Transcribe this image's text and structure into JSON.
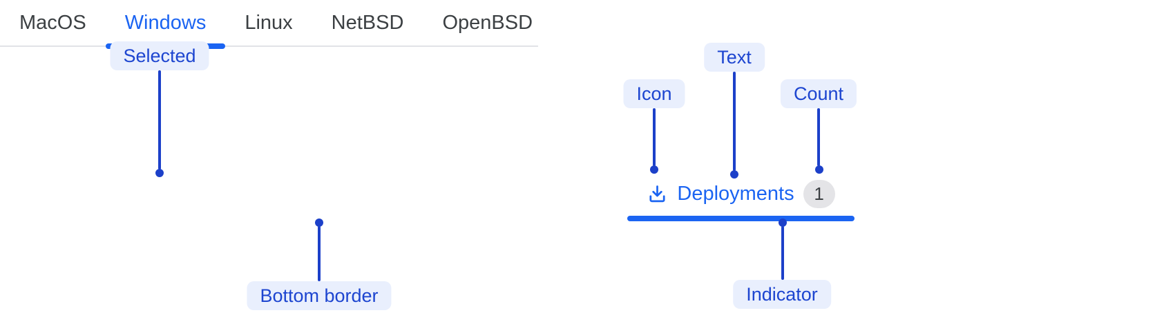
{
  "colors": {
    "accent_blue": "#1b64f2",
    "annotation_blue": "#1c40c9",
    "annotation_label_text": "#1d45d0",
    "annotation_label_bg": "#e9effd",
    "inactive_tab_text": "#3c4043",
    "track_gray": "#e1e3e7",
    "badge_bg": "#e4e4e7",
    "badge_text": "#3c4043",
    "background": "#ffffff"
  },
  "tab_bar_example": {
    "tabs": [
      {
        "label": "MacOS",
        "selected": false
      },
      {
        "label": "Windows",
        "selected": true
      },
      {
        "label": "Linux",
        "selected": false
      },
      {
        "label": "NetBSD",
        "selected": false
      },
      {
        "label": "OpenBSD",
        "selected": false
      }
    ]
  },
  "anatomy_tab_example": {
    "icon": "download-icon",
    "label": "Deployments",
    "count": "1"
  },
  "annotations": {
    "selected": {
      "label": "Selected"
    },
    "bottom_border": {
      "label": "Bottom border"
    },
    "icon": {
      "label": "Icon"
    },
    "text": {
      "label": "Text"
    },
    "count": {
      "label": "Count"
    },
    "indicator": {
      "label": "Indicator"
    }
  }
}
